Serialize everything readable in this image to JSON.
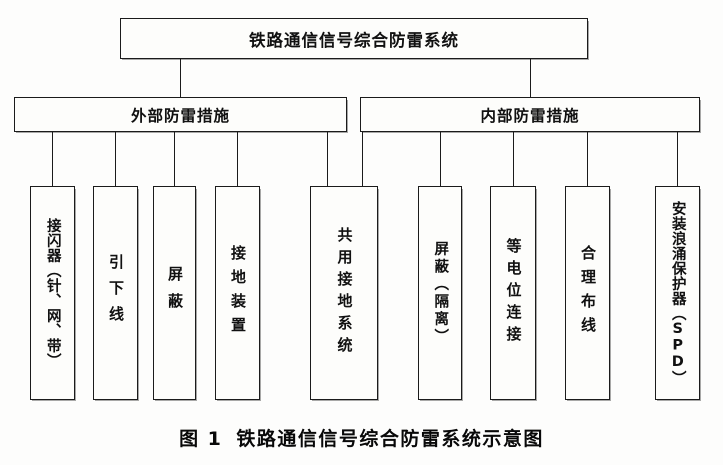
{
  "figure": {
    "caption_number": "图 1",
    "caption_text": "铁路通信信号综合防雷系统示意图"
  },
  "diagram": {
    "type": "hierarchy-tree",
    "orientation": "top-down",
    "root": {
      "id": "root",
      "label": "铁路通信信号综合防雷系统"
    },
    "branches": [
      {
        "id": "external",
        "label": "外部防雷措施"
      },
      {
        "id": "internal",
        "label": "内部防雷措施"
      }
    ],
    "leaves": [
      {
        "id": "leaf-1",
        "label": "接闪器（针、网、带）",
        "parent": "external"
      },
      {
        "id": "leaf-2",
        "label": "引下线",
        "parent": "external"
      },
      {
        "id": "leaf-3",
        "label": "屏蔽",
        "parent": "external"
      },
      {
        "id": "leaf-4",
        "label": "接地装置",
        "parent": "external"
      },
      {
        "id": "leaf-5",
        "label": "共用接地系统",
        "parent": "external,internal"
      },
      {
        "id": "leaf-6",
        "label": "屏蔽（隔离）",
        "parent": "internal"
      },
      {
        "id": "leaf-7",
        "label": "等电位连接",
        "parent": "internal"
      },
      {
        "id": "leaf-8",
        "label": "合理布线",
        "parent": "internal"
      },
      {
        "id": "leaf-9",
        "label": "安装浪涌保护器（SPD）",
        "parent": "internal"
      }
    ],
    "colors": {
      "line": "#1b1b1b",
      "box_fill": "#fdfdfb",
      "text": "#111111",
      "page_background": "#ffffff"
    }
  }
}
